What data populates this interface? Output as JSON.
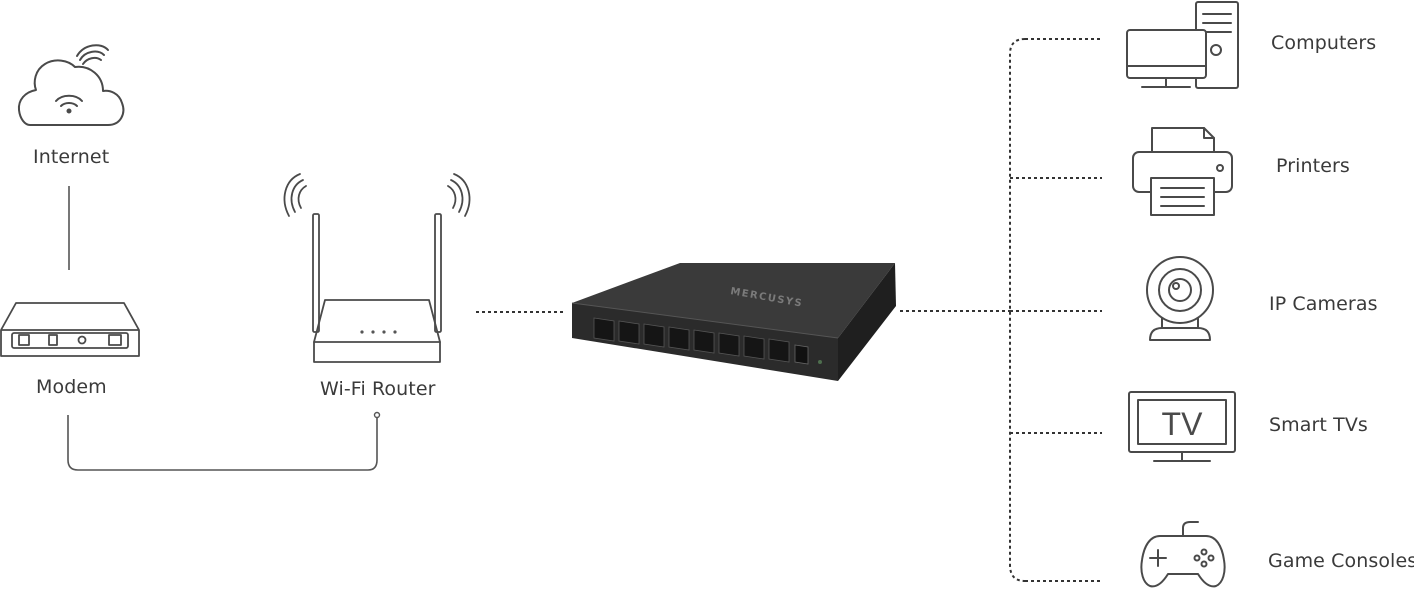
{
  "labels": {
    "internet": "Internet",
    "modem": "Modem",
    "router": "Wi-Fi Router",
    "computers": "Computers",
    "printers": "Printers",
    "ip_cameras": "IP Cameras",
    "smart_tvs": "Smart TVs",
    "game_consoles": "Game Consoles"
  },
  "switch": {
    "brand": "MERCUSYS"
  },
  "tv_screen_text": "TV",
  "colors": {
    "outline": "#4a4a4a",
    "connector": "#555555",
    "switch_body": "#2b2b2b",
    "switch_top": "#3a3a3a"
  }
}
